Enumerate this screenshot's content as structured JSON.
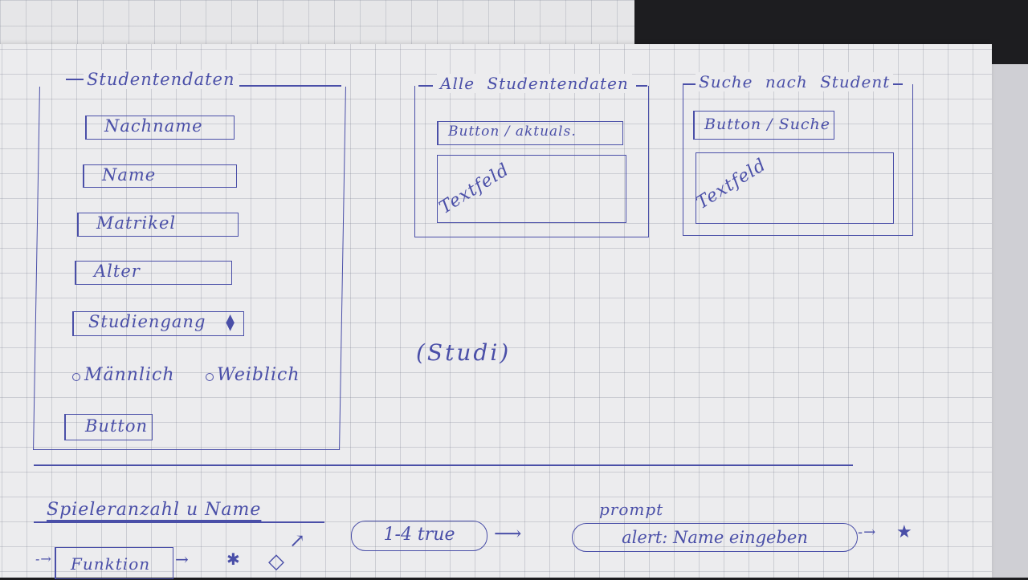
{
  "form_panel": {
    "title": "Studentendaten",
    "fields": [
      {
        "label": "Nachname"
      },
      {
        "label": "Name"
      },
      {
        "label": "Matrikel"
      },
      {
        "label": "Alter"
      },
      {
        "label": "Studiengang"
      }
    ],
    "gender_options": [
      "Männlich",
      "Weiblich"
    ],
    "submit_label": "Button"
  },
  "all_panel": {
    "title": "Alle Studentendaten",
    "button_label": "Button / aktuals.",
    "textfield_label": "Textfeld"
  },
  "search_panel": {
    "title": "Suche nach Student",
    "button_label": "Button / Suche",
    "textfield_label": "Textfeld"
  },
  "center_note": "(Studi)",
  "bottom": {
    "heading": "Spieleranzahl u Name",
    "function_label": "Funktion",
    "range_label": "1-4 true",
    "prompt_label": "prompt",
    "alert_label": "alert: Name eingeben",
    "star_symbol": "★"
  },
  "colors": {
    "ink": "#4a4fa8",
    "paper": "#ececee",
    "background": "#1d1d20"
  }
}
